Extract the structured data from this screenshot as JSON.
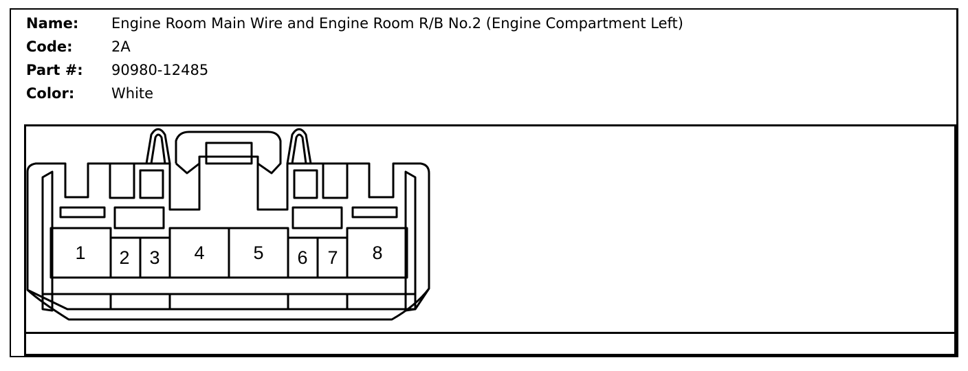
{
  "connector": {
    "name_label": "Name:",
    "name_value": "Engine Room Main Wire and Engine Room R/B No.2 (Engine Compartment Left)",
    "code_label": "Code:",
    "code_value": "2A",
    "part_label": "Part #:",
    "part_value": "90980-12485",
    "color_label": "Color:",
    "color_value": "White"
  },
  "pins": [
    "1",
    "2",
    "3",
    "4",
    "5",
    "6",
    "7",
    "8"
  ],
  "colors": {
    "line": "#000000",
    "background": "#ffffff"
  }
}
